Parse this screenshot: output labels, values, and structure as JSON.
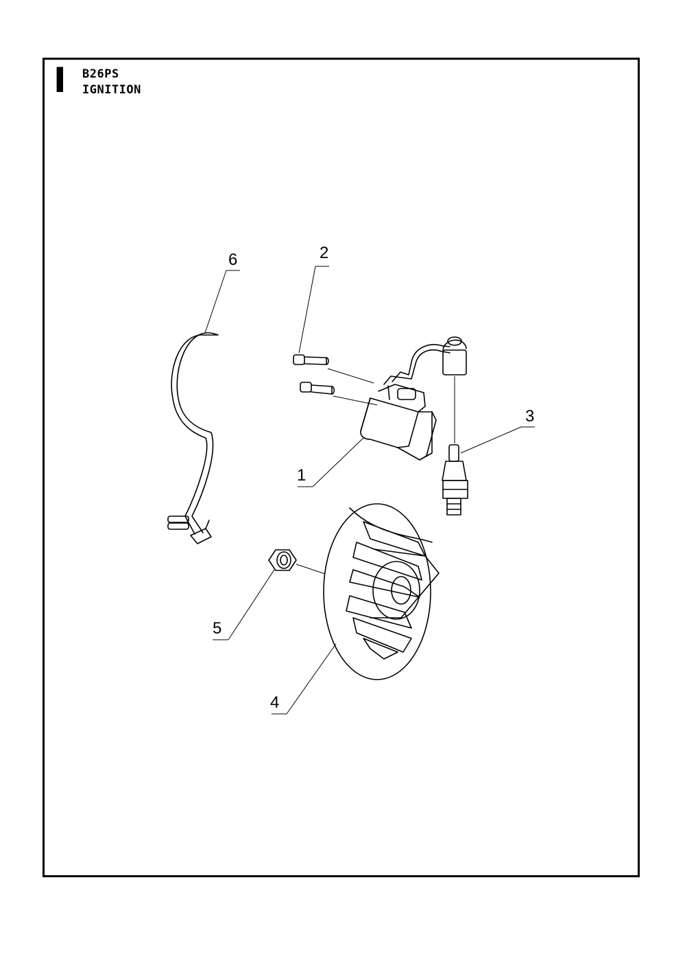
{
  "header": {
    "section_letter": "I",
    "model": "B26PS",
    "title": "IGNITION"
  },
  "callouts": [
    {
      "number": "1",
      "part": "ignition-coil"
    },
    {
      "number": "2",
      "part": "screw"
    },
    {
      "number": "3",
      "part": "spark-plug"
    },
    {
      "number": "4",
      "part": "flywheel"
    },
    {
      "number": "5",
      "part": "nut"
    },
    {
      "number": "6",
      "part": "stop-wire"
    }
  ]
}
